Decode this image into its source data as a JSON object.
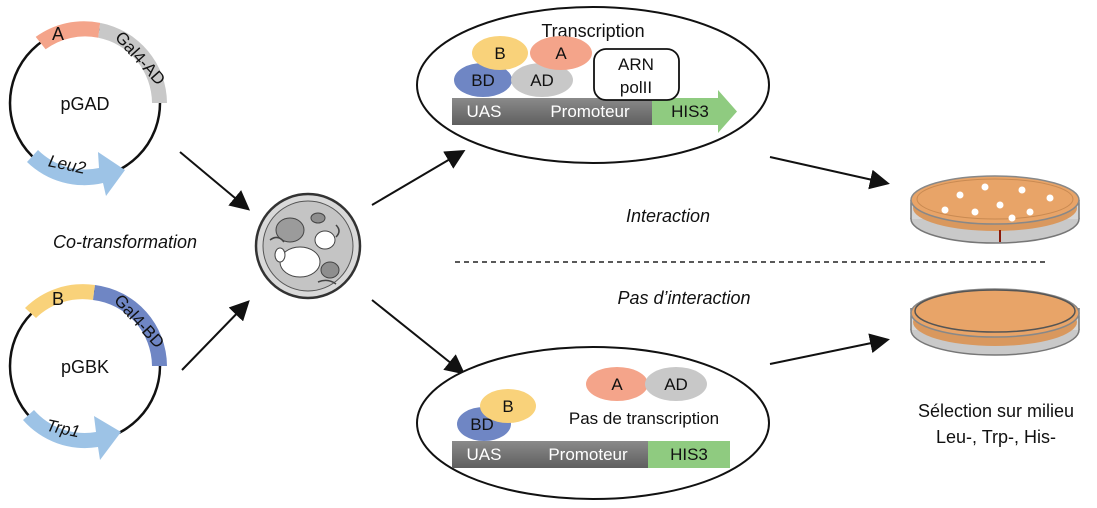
{
  "plasmids": {
    "top": {
      "name": "pGAD",
      "insert": "A",
      "domain": "Gal4-AD",
      "marker": "Leu2"
    },
    "bottom": {
      "name": "pGBK",
      "insert": "B",
      "domain": "Gal4-BD",
      "marker": "Trp1"
    }
  },
  "labels": {
    "cotransformation": "Co-transformation",
    "interaction": "Interaction",
    "no_interaction": "Pas d’interaction",
    "selection_line1": "Sélection sur milieu",
    "selection_line2": "Leu-, Trp-, His-"
  },
  "top_panel": {
    "title": "Transcription",
    "protein_b": "B",
    "protein_a": "A",
    "bd": "BD",
    "ad": "AD",
    "polymerase_line1": "ARN",
    "polymerase_line2": "polII",
    "uas": "UAS",
    "promoter": "Promoteur",
    "reporter": "HIS3"
  },
  "bottom_panel": {
    "protein_a": "A",
    "ad": "AD",
    "protein_b": "B",
    "bd": "BD",
    "caption": "Pas de transcription",
    "uas": "UAS",
    "promoter": "Promoteur",
    "reporter": "HIS3"
  },
  "colors": {
    "salmon": "#F4A48A",
    "gray_light": "#C8C8C8",
    "yellow": "#F9D27A",
    "blue_dark": "#6F86C4",
    "blue_light": "#9DC3E6",
    "gray_dark": "#707070",
    "green": "#8FCB80",
    "dish_medium": "#E8A468"
  }
}
